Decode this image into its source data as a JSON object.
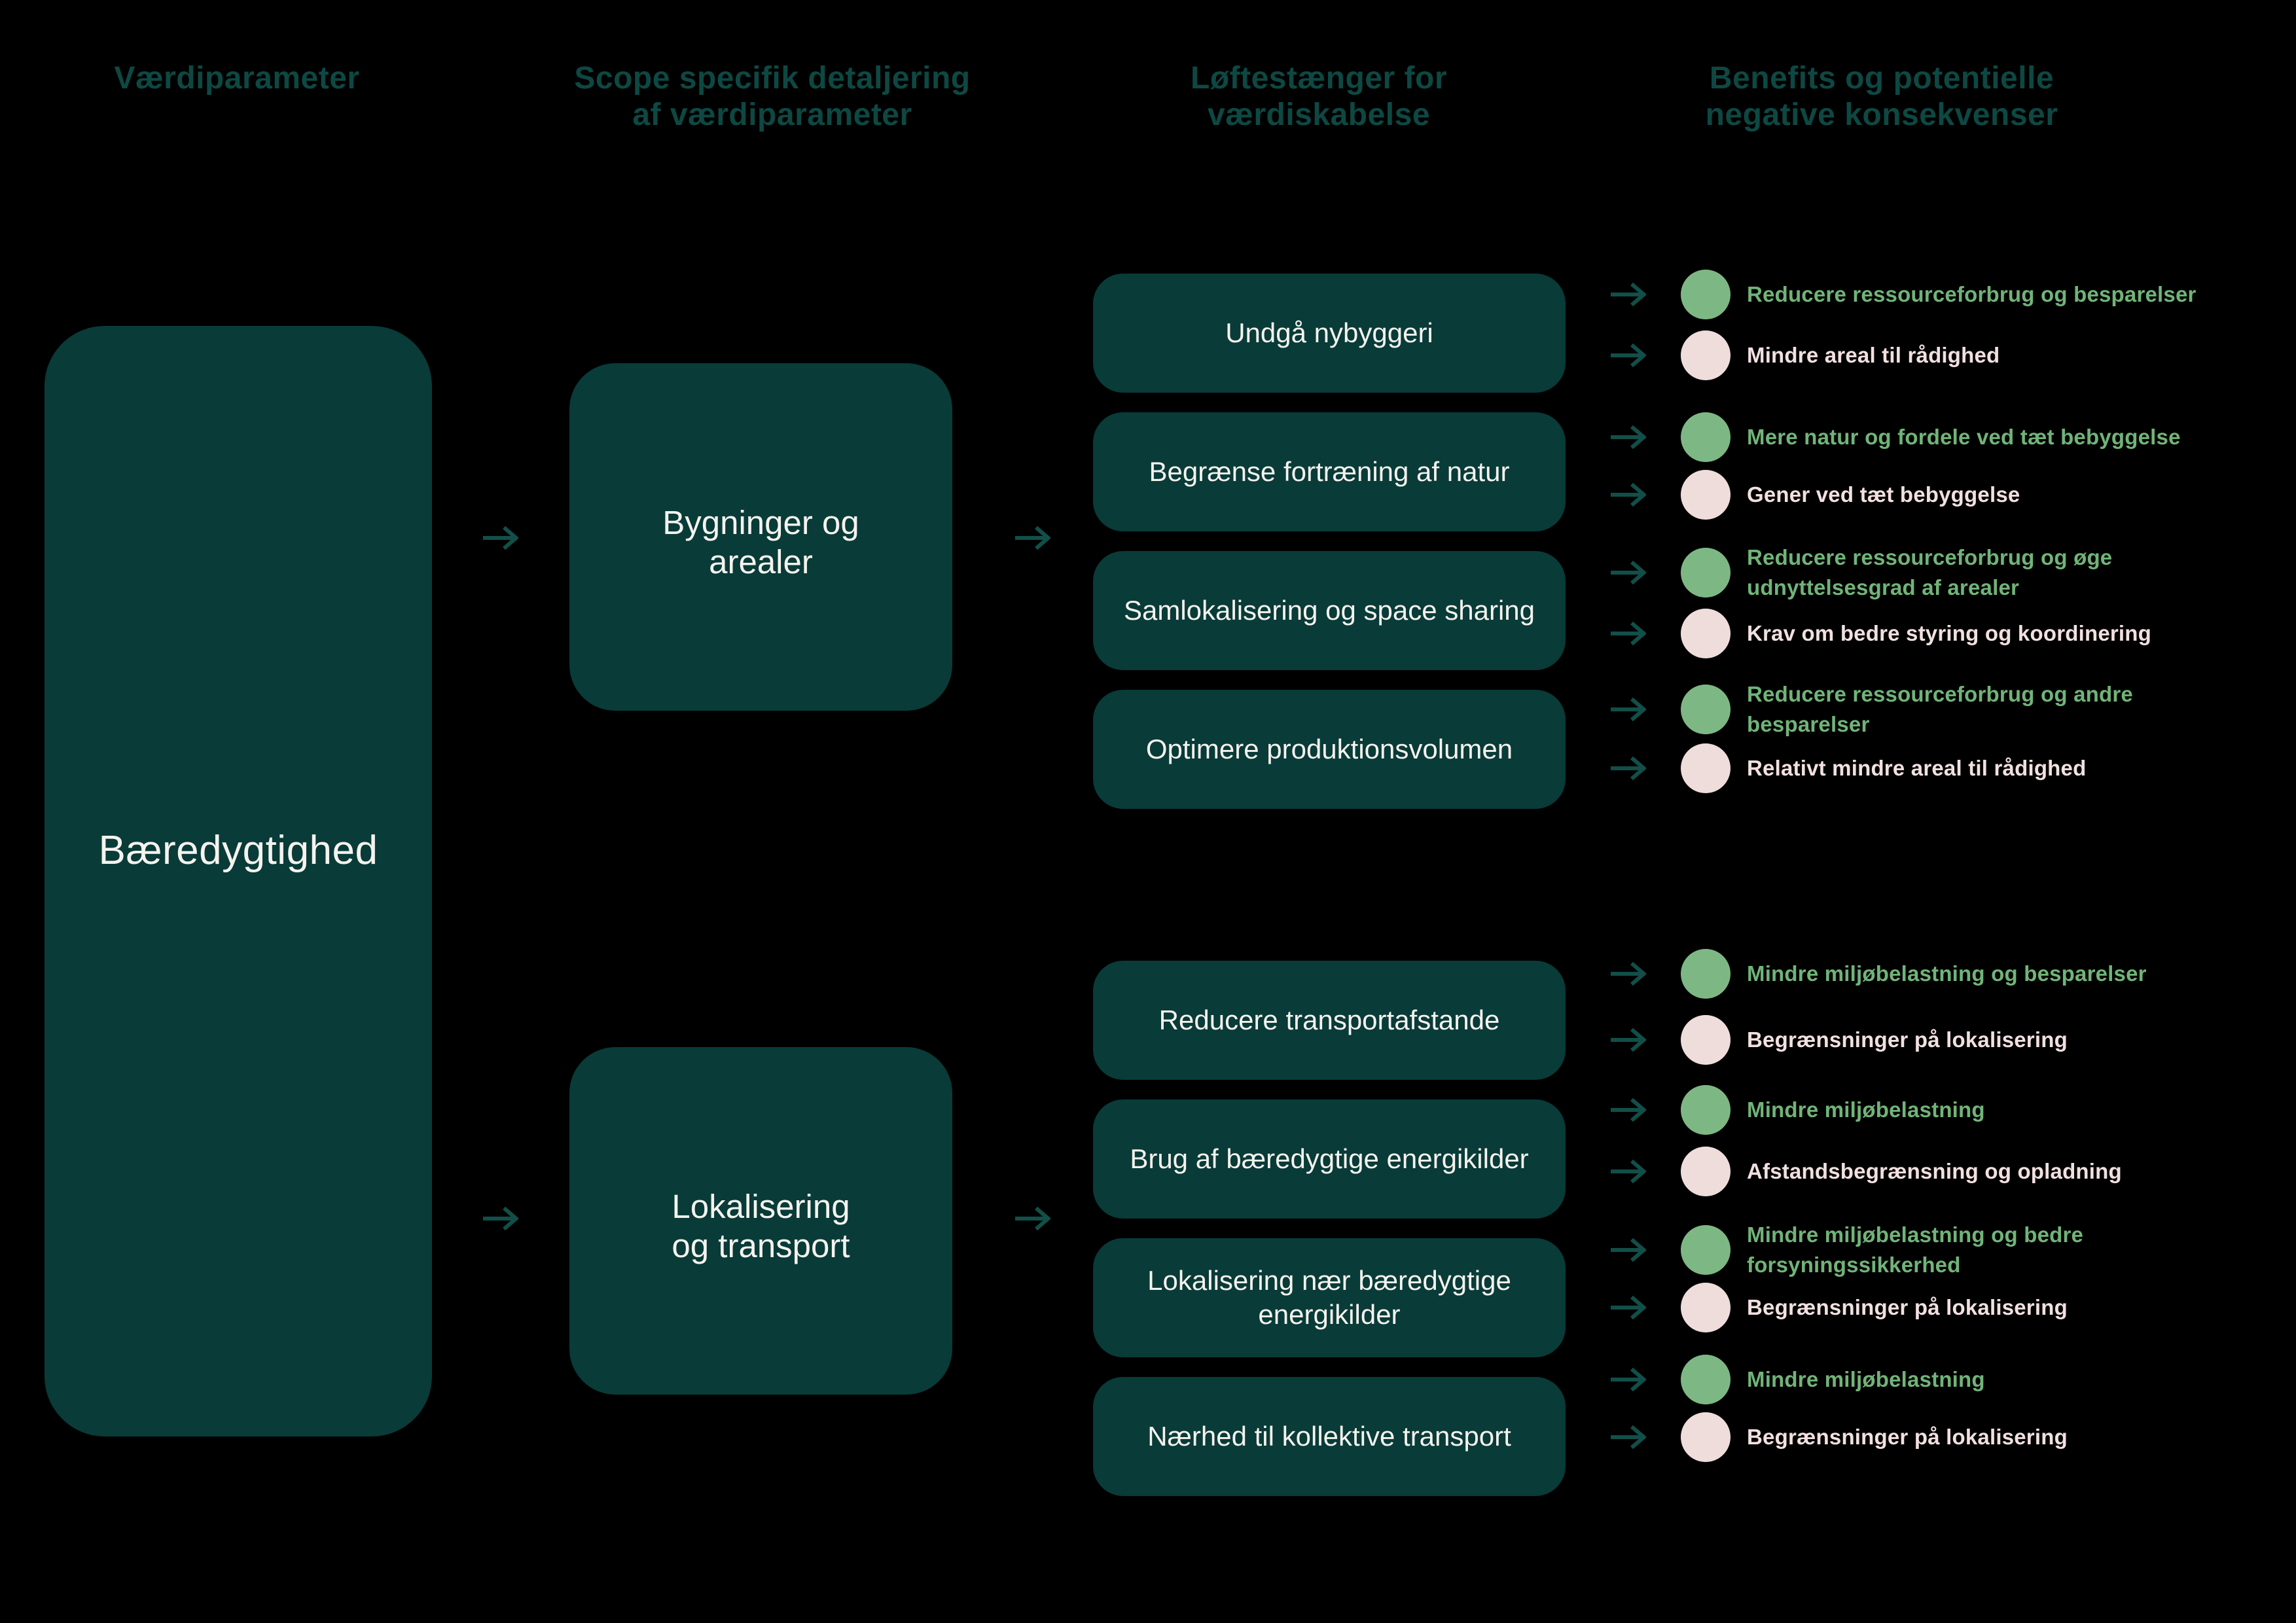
{
  "diagram_title": "Bæredygtighed værdiskabelse diagram",
  "colors": {
    "background": "#000000",
    "box_teal": "#093B38",
    "header_teal": "#0E4843",
    "arrow_teal": "#124F49",
    "positive_green_dot": "#7DB884",
    "positive_green_text": "#70B478",
    "negative_pink_dot": "#EFDDDC",
    "negative_pink_text": "#F2E0E0",
    "box_label_white": "#F5F3EE"
  },
  "headers": [
    {
      "text": "Værdiparameter"
    },
    {
      "text": "Scope specifik detaljering\naf værdiparameter"
    },
    {
      "text": "Løftestænger for\nværdiskabelse"
    },
    {
      "text": "Benefits og potentielle\nnegative konsekvenser"
    }
  ],
  "value_parameter": {
    "label": "Bæredygtighed"
  },
  "scopes": [
    {
      "label": "Bygninger og\narealer"
    },
    {
      "label": "Lokalisering\nog transport"
    }
  ],
  "levers": [
    {
      "label": "Undgå nybyggeri"
    },
    {
      "label": "Begrænse fortræning af natur"
    },
    {
      "label": "Samlokalisering og space sharing"
    },
    {
      "label": "Optimere produktionsvolumen"
    },
    {
      "label": "Reducere transportafstande"
    },
    {
      "label": "Brug af bæredygtige energikilder"
    },
    {
      "label": "Lokalisering nær bæredygtige\nenergikilder"
    },
    {
      "label": "Nærhed til kollektive transport"
    }
  ],
  "benefits": [
    {
      "type": "positive",
      "text": "Reducere ressourceforbrug og besparelser"
    },
    {
      "type": "negative",
      "text": "Mindre areal til rådighed"
    },
    {
      "type": "positive",
      "text": "Mere natur og fordele ved tæt bebyggelse"
    },
    {
      "type": "negative",
      "text": "Gener ved tæt bebyggelse"
    },
    {
      "type": "positive",
      "text": "Reducere ressourceforbrug og øge\nudnyttelsesgrad af arealer"
    },
    {
      "type": "negative",
      "text": "Krav om bedre styring og koordinering"
    },
    {
      "type": "positive",
      "text": "Reducere ressourceforbrug og andre\nbesparelser"
    },
    {
      "type": "negative",
      "text": "Relativt mindre areal til rådighed"
    },
    {
      "type": "positive",
      "text": "Mindre miljøbelastning og besparelser"
    },
    {
      "type": "negative",
      "text": "Begrænsninger på lokalisering"
    },
    {
      "type": "positive",
      "text": "Mindre miljøbelastning"
    },
    {
      "type": "negative",
      "text": "Afstandsbegrænsning og opladning"
    },
    {
      "type": "positive",
      "text": "Mindre miljøbelastning og bedre\nforsyningssikkerhed"
    },
    {
      "type": "negative",
      "text": "Begrænsninger på lokalisering"
    },
    {
      "type": "positive",
      "text": "Mindre miljøbelastning"
    },
    {
      "type": "negative",
      "text": "Begrænsninger på lokalisering"
    }
  ]
}
